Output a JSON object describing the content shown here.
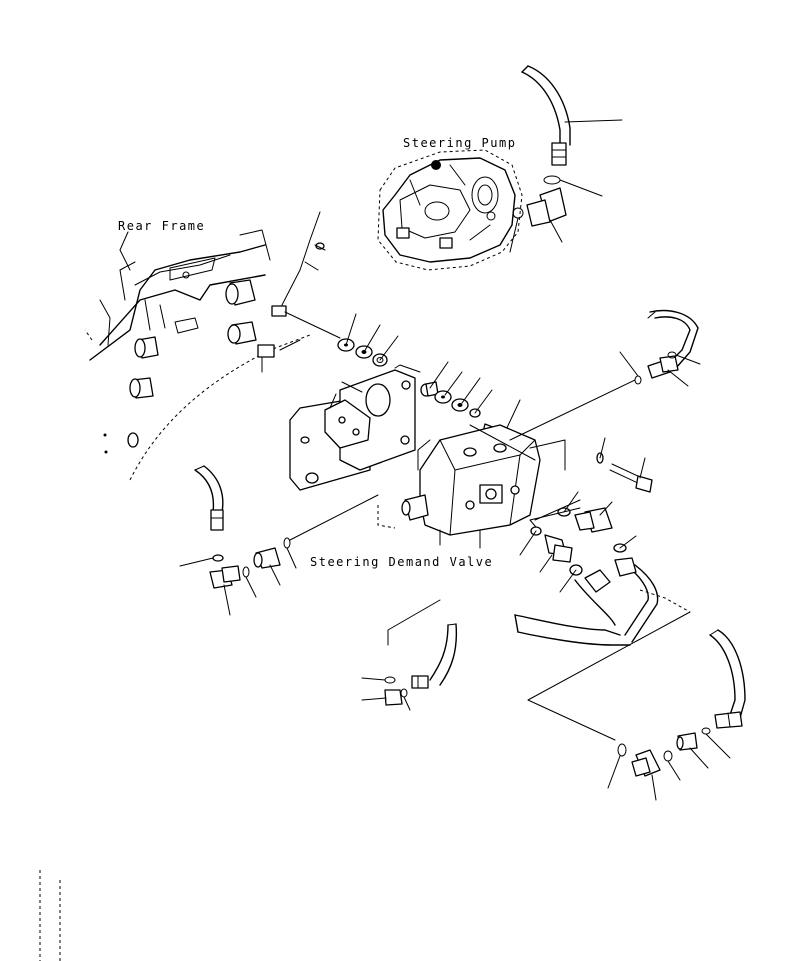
{
  "labels": {
    "steering_pump": "Steering Pump",
    "rear_frame": "Rear Frame",
    "steering_demand_valve": "Steering Demand Valve"
  }
}
